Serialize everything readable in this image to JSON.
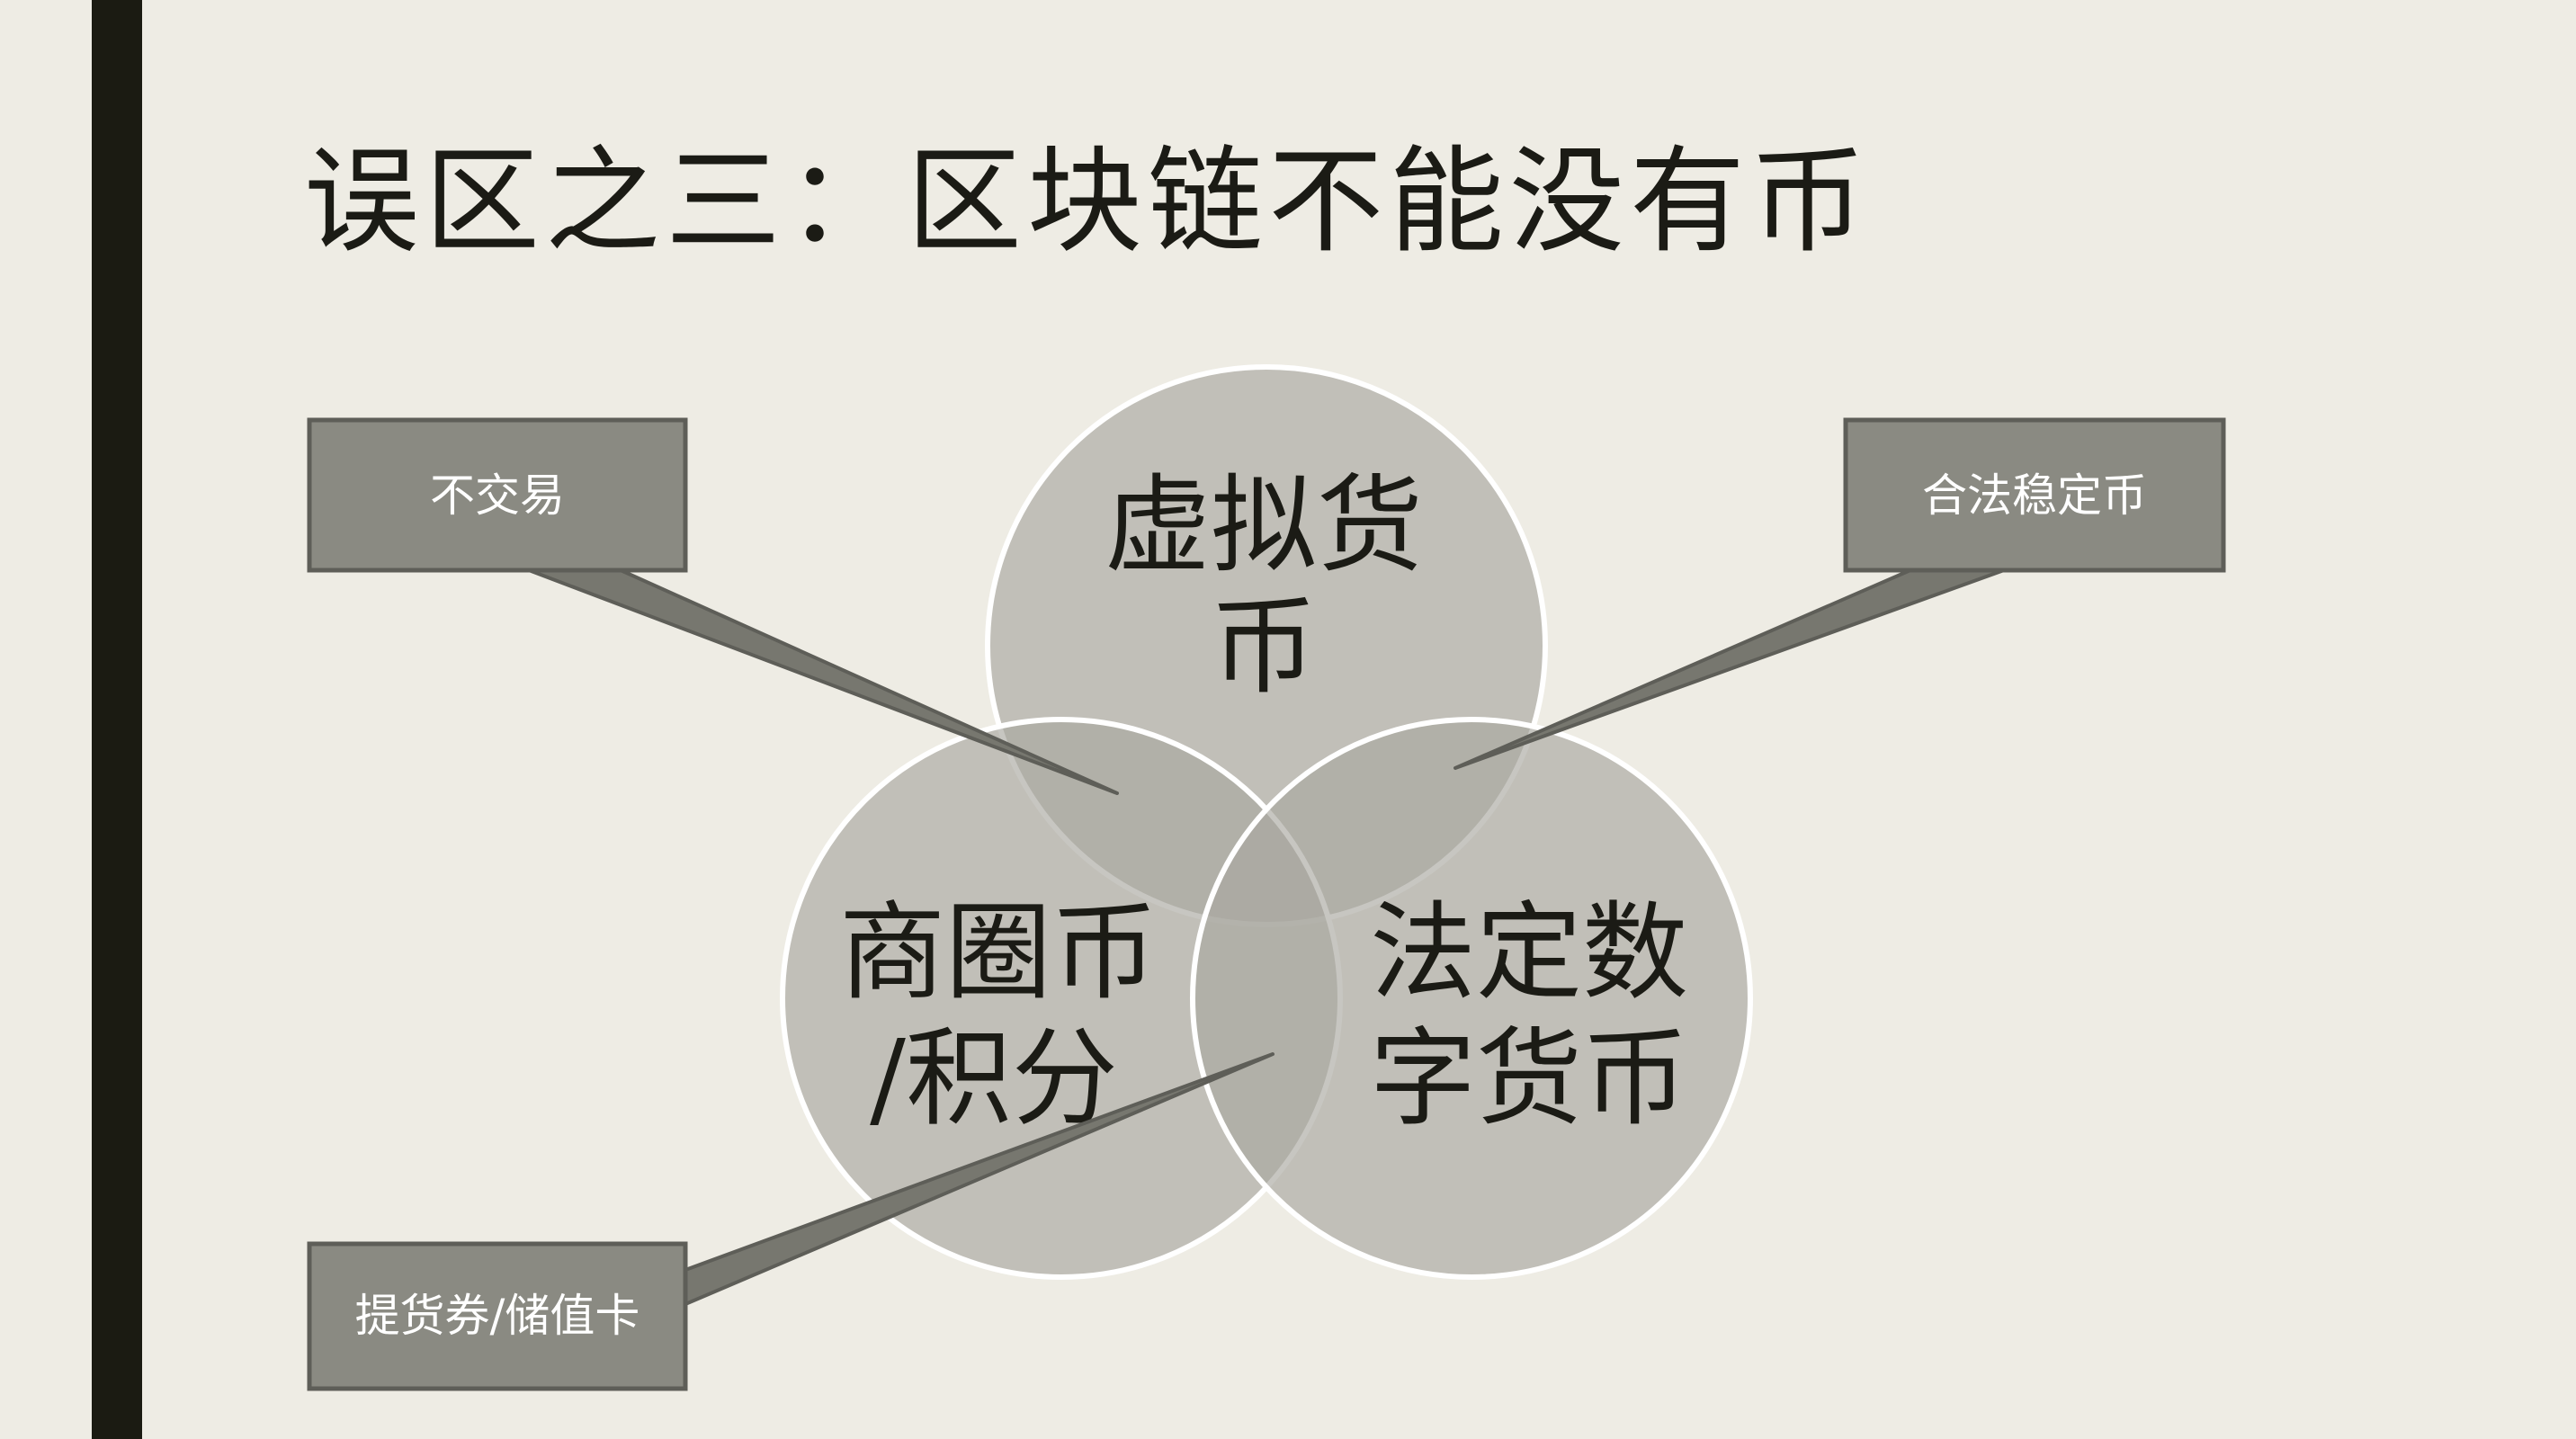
{
  "slide": {
    "title": "误区之三：区块链不能没有币"
  },
  "venn": {
    "circles": [
      {
        "id": "virtual",
        "label_lines": [
          "虚拟货",
          "币"
        ]
      },
      {
        "id": "merchant",
        "label_lines": [
          "商圈币",
          "/积分"
        ]
      },
      {
        "id": "legal",
        "label_lines": [
          "法定数",
          "字货币"
        ]
      }
    ]
  },
  "callouts": {
    "no_trading": "不交易",
    "legal_stablecoin": "合法稳定币",
    "voucher_card": "提货券/储值卡"
  },
  "colors": {
    "background": "#eeece4",
    "left_bar": "#1b1b12",
    "circle_fill": "#a9a8a0",
    "circle_stroke": "#ffffff",
    "callout_fill": "#8a8a82",
    "callout_stroke": "#5e5e58",
    "text": "#1b1b15"
  }
}
